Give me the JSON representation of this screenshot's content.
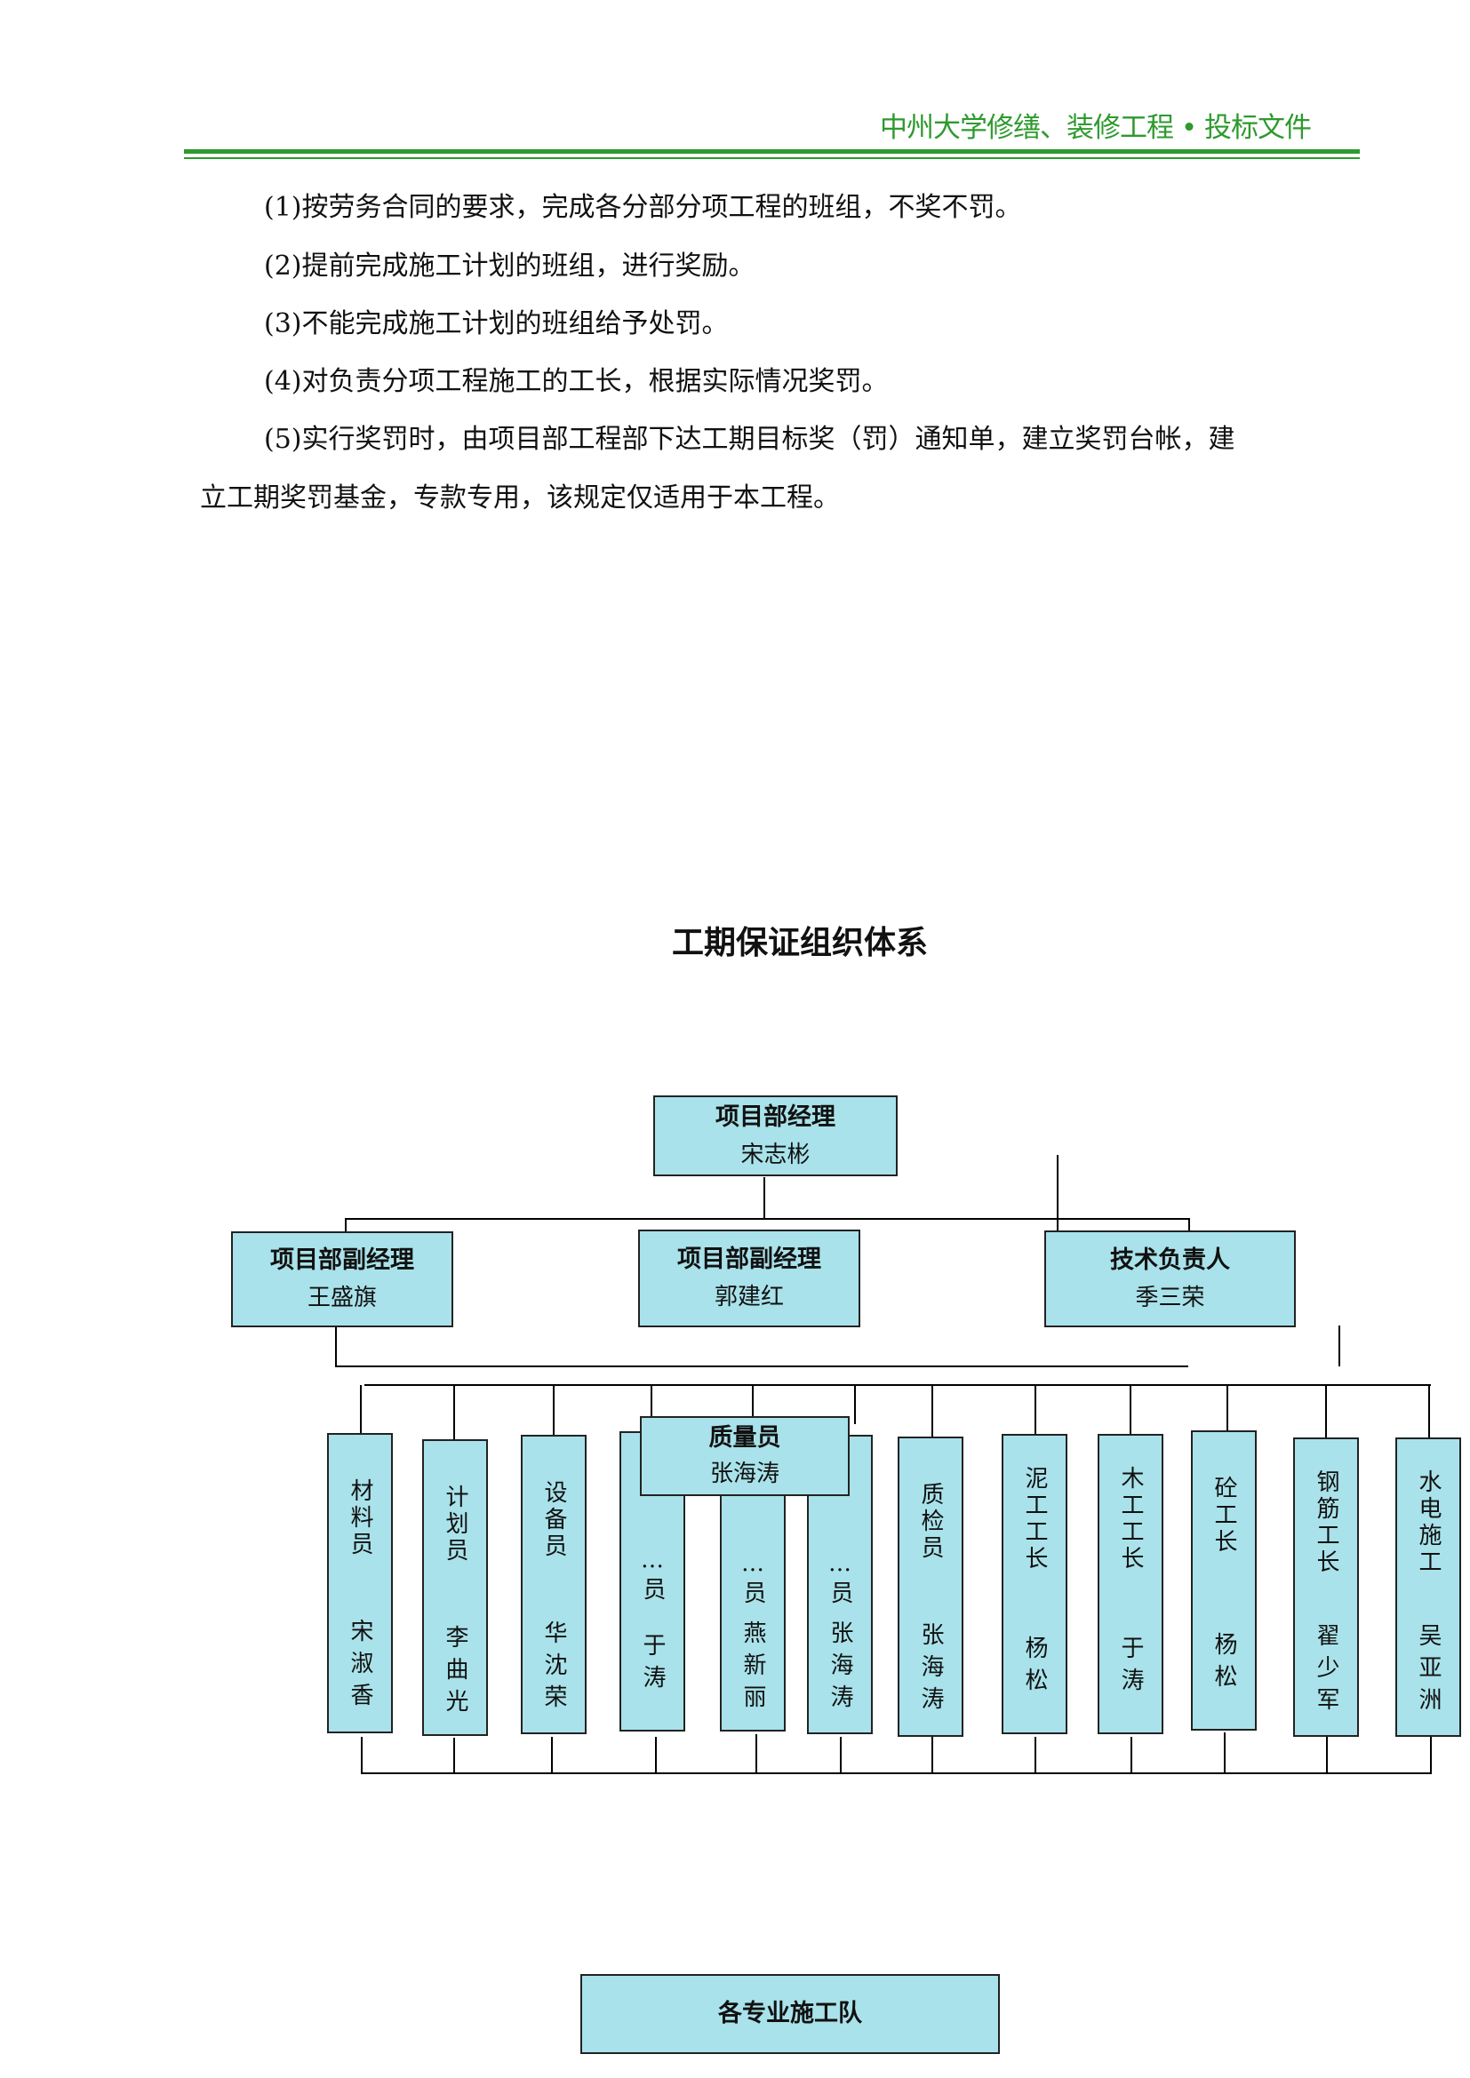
{
  "header": {
    "title": "中州大学修缮、装修工程 • 投标文件"
  },
  "body": {
    "paragraphs": [
      "(1)按劳务合同的要求，完成各分部分项工程的班组，不奖不罚。",
      "(2)提前完成施工计划的班组，进行奖励。",
      "(3)不能完成施工计划的班组给予处罚。",
      "(4)对负责分项工程施工的工长，根据实际情况奖罚。",
      "(5)实行奖罚时，由项目部工程部下达工期目标奖（罚）通知单，建立奖罚台帐，建",
      "立工期奖罚基金，专款专用，该规定仅适用于本工程。"
    ]
  },
  "org_chart": {
    "title": "工期保证组织体系",
    "top": {
      "role": "项目部经理",
      "name": "宋志彬"
    },
    "second_level": [
      {
        "role": "项目部副经理",
        "name": "王盛旗"
      },
      {
        "role": "项目部副经理",
        "name": "郭建红"
      },
      {
        "role": "技术负责人",
        "name": "季三荣"
      }
    ],
    "staff": [
      {
        "role": "材料员",
        "name": "宋淑香"
      },
      {
        "role": "计划员",
        "name": "李曲光"
      },
      {
        "role": "设备员",
        "name": "华沈荣"
      },
      {
        "role": "…员",
        "name": "于涛"
      },
      {
        "role": "…员",
        "name": "燕新丽"
      },
      {
        "role": "…员",
        "name": "张海涛"
      },
      {
        "role": "质检员",
        "name": "张海涛"
      },
      {
        "role": "泥工工长",
        "name": "杨松"
      },
      {
        "role": "木工工长",
        "name": "于涛"
      },
      {
        "role": "砼工长",
        "name": "杨松"
      },
      {
        "role": "钢筋工长",
        "name": "翟少军"
      },
      {
        "role": "水电施工",
        "name": "吴亚洲"
      }
    ],
    "overlay": {
      "role": "质量员",
      "name": "张海涛"
    },
    "bottom": {
      "label": "各专业施工队"
    }
  }
}
